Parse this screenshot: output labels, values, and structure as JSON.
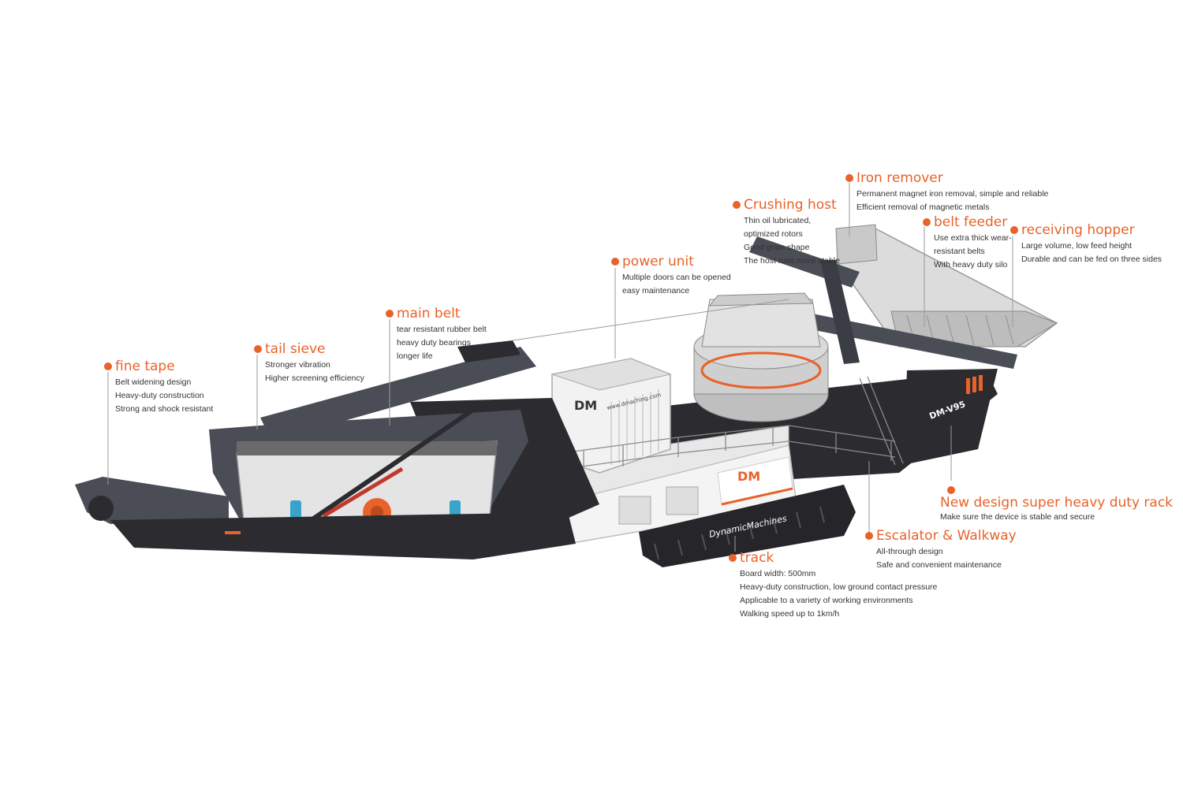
{
  "colors": {
    "accent": "#e8622a",
    "machine_dark": "#4a4d55",
    "machine_light": "#e6e6e6",
    "frame": "#2c2c30"
  },
  "branding": {
    "logo": "DM",
    "model": "DM-V95",
    "body_text": "DynamicMachines",
    "site": "www.dmaching.com"
  },
  "callouts": [
    {
      "id": "iron-remover",
      "title": "Iron remover",
      "lines": [
        "Permanent magnet iron removal, simple and reliable",
        "Efficient removal of magnetic metals"
      ]
    },
    {
      "id": "crushing-host",
      "title": "Crushing host",
      "lines": [
        "Thin oil lubricated,",
        "optimized rotors",
        "Good grain shape",
        "The host runs more stable"
      ]
    },
    {
      "id": "belt-feeder",
      "title": "belt feeder",
      "lines": [
        "Use extra thick wear-",
        "resistant belts",
        "With heavy duty silo"
      ]
    },
    {
      "id": "receiving-hopper",
      "title": "receiving hopper",
      "lines": [
        "Large volume, low feed height",
        "Durable and can be fed on three sides"
      ]
    },
    {
      "id": "power-unit",
      "title": "power unit",
      "lines": [
        "Multiple doors can be opened",
        "easy maintenance"
      ]
    },
    {
      "id": "main-belt",
      "title": "main belt",
      "lines": [
        "tear resistant rubber belt",
        "heavy duty bearings",
        "longer life"
      ]
    },
    {
      "id": "tail-sieve",
      "title": "tail sieve",
      "lines": [
        "Stronger vibration",
        "Higher screening efficiency"
      ]
    },
    {
      "id": "fine-tape",
      "title": "fine tape",
      "lines": [
        "Belt widening design",
        "Heavy-duty construction",
        "Strong and shock resistant"
      ]
    },
    {
      "id": "heavy-duty-rack",
      "title": "New design super heavy duty rack",
      "lines": [
        "Make sure the device is stable and secure"
      ]
    },
    {
      "id": "escalator-walkway",
      "title": "Escalator & Walkway",
      "lines": [
        "All-through design",
        "Safe and convenient maintenance"
      ]
    },
    {
      "id": "track",
      "title": "track",
      "lines": [
        "Board width: 500mm",
        "Heavy-duty construction, low ground contact pressure",
        "Applicable to a variety of working environments",
        "Walking speed up to 1km/h"
      ]
    }
  ]
}
